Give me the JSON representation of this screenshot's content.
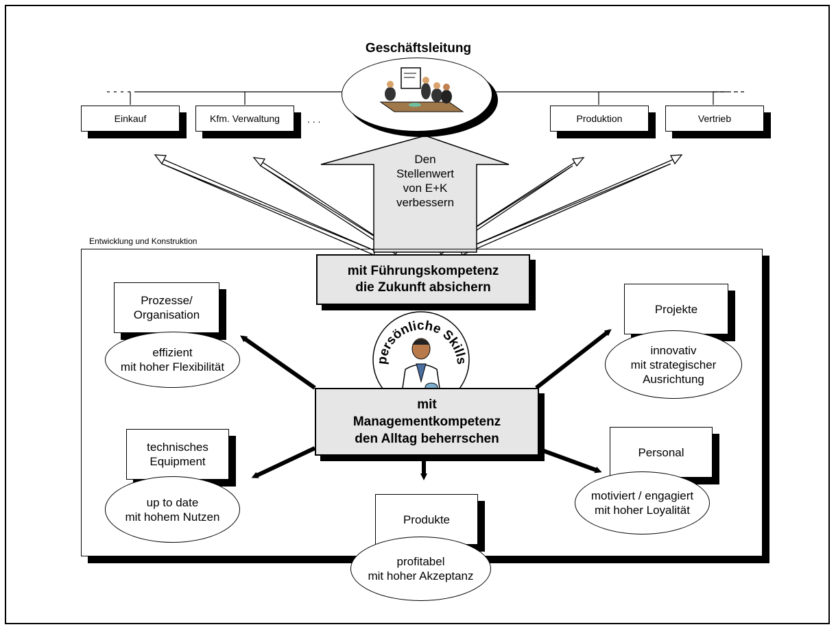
{
  "header": {
    "title": "Geschäftsleitung"
  },
  "departments": {
    "einkauf": "Einkauf",
    "verwaltung": "Kfm. Verwaltung",
    "produktion": "Produktion",
    "vertrieb": "Vertrieb",
    "ellipsis": ". . ."
  },
  "big_arrow": {
    "text": "Den\nStellenwert\nvon E+K\nverbessern"
  },
  "section_label": "Entwicklung und Konstruktion",
  "leadership_box": "mit  Führungskompetenz\ndie Zukunft absichern",
  "skills_seal": "persönliche Skills",
  "management_box": "mit\nManagementkompetenz\nden Alltag beherrschen",
  "areas": {
    "prozesse": {
      "label": "Prozesse/\nOrganisation",
      "goal": "effizient\nmit hoher Flexibilität"
    },
    "projekte": {
      "label": "Projekte",
      "goal": "innovativ\nmit strategischer\nAusrichtung"
    },
    "equipment": {
      "label": "technisches\nEquipment",
      "goal": "up to date\nmit hohem Nutzen"
    },
    "personal": {
      "label": "Personal",
      "goal": "motiviert / engagiert\nmit hoher Loyalität"
    },
    "produkte": {
      "label": "Produkte",
      "goal": "profitabel\nmit hoher Akzeptanz"
    }
  }
}
